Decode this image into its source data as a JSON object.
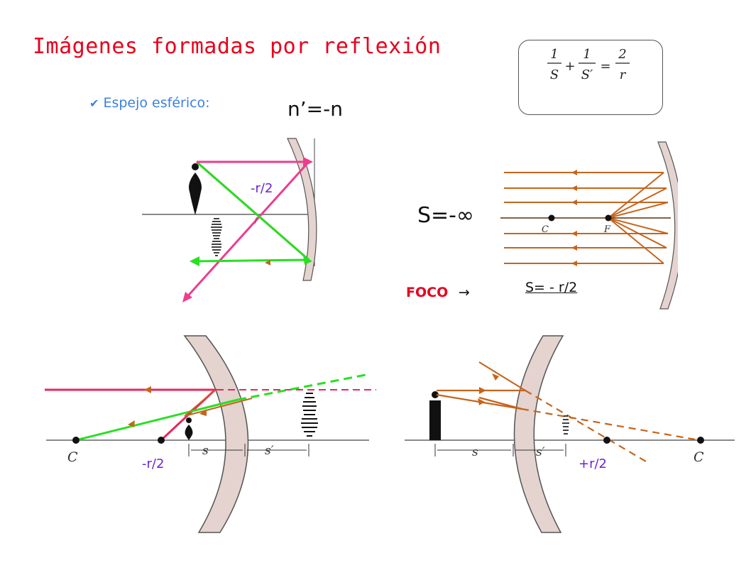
{
  "title": "Imágenes formadas por reflexión",
  "bullet": {
    "icon": "checkmark-icon",
    "text": "Espejo esférico:"
  },
  "relation": "n’=-n",
  "formula": {
    "lhs1_num": "1",
    "lhs1_den": "S",
    "plus": "+",
    "lhs2_num": "1",
    "lhs2_den": "S′",
    "equals": "=",
    "rhs_num": "2",
    "rhs_den": "r"
  },
  "focus_panel": {
    "s_infinity": "S=-∞",
    "foco": "FOCO",
    "arrow": "→",
    "s_focus": "S= - r/2",
    "label_c": "C",
    "label_f": "F"
  },
  "top_left_panel": {
    "label": "-r/2"
  },
  "bottom_left_panel": {
    "label_r": "-r/2",
    "label_c": "C",
    "label_s": "s",
    "label_sp": "s′"
  },
  "bottom_right_panel": {
    "label_r": "+r/2",
    "label_c": "C",
    "label_s": "s",
    "label_sp": "s′"
  },
  "colors": {
    "title": "#e8001c",
    "bullet": "#3d7fe0",
    "label": "#6a22d6",
    "pink": "#ee3d8f",
    "green": "#27e021",
    "brown": "#c5651c",
    "mirror": "#e4d3cf"
  }
}
